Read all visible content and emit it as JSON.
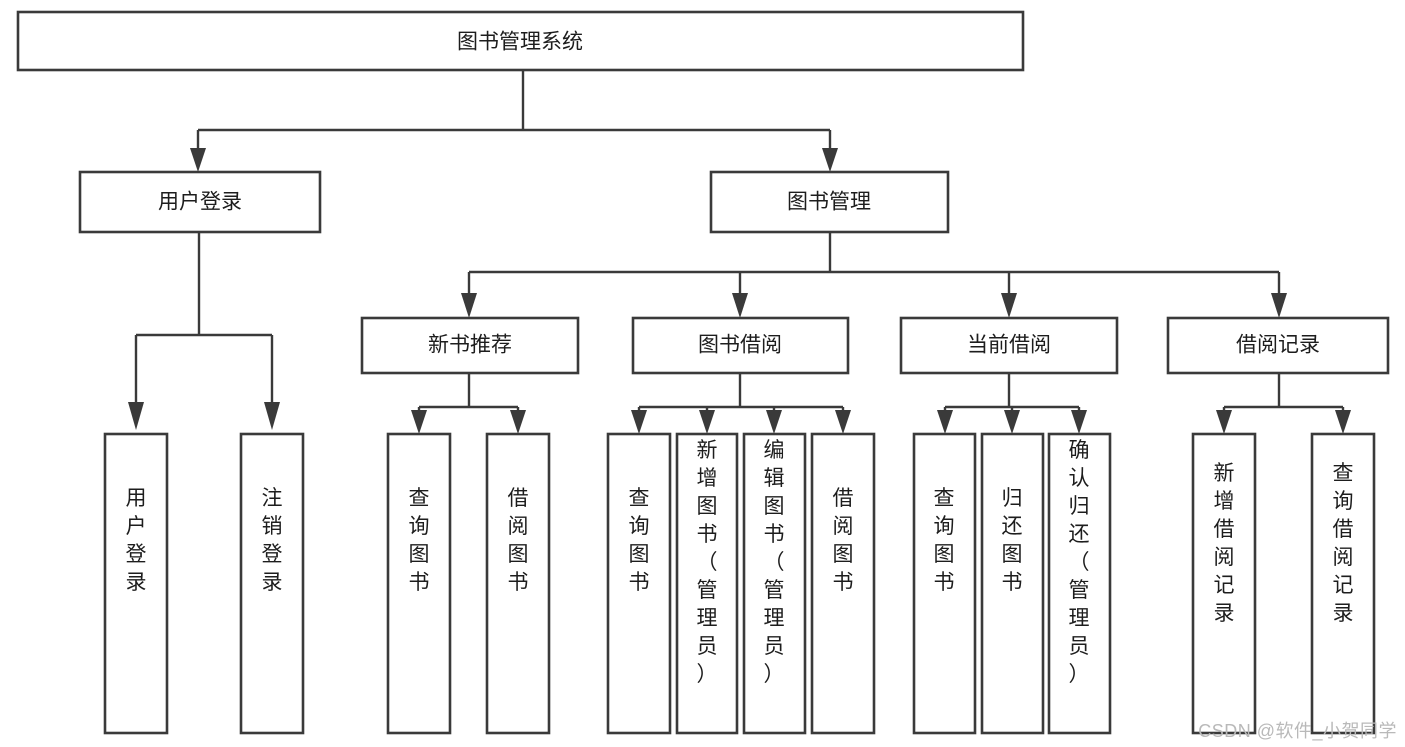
{
  "diagram": {
    "type": "tree-hierarchy",
    "title": "图书管理系统",
    "background_color": "#ffffff",
    "line_color": "#3a3a3a",
    "text_color": "#1d1d1d",
    "levels": {
      "root": {
        "label": "图书管理系统",
        "orientation": "horizontal"
      },
      "level2": [
        {
          "label": "用户登录",
          "orientation": "horizontal"
        },
        {
          "label": "图书管理",
          "orientation": "horizontal"
        }
      ],
      "level3": [
        {
          "label": "新书推荐",
          "orientation": "horizontal"
        },
        {
          "label": "图书借阅",
          "orientation": "horizontal"
        },
        {
          "label": "当前借阅",
          "orientation": "horizontal"
        },
        {
          "label": "借阅记录",
          "orientation": "horizontal"
        }
      ],
      "leaves": {
        "user_login": [
          {
            "label": "用户登录",
            "orientation": "vertical"
          },
          {
            "label": "注销登录",
            "orientation": "vertical"
          }
        ],
        "new_book_recommend": [
          {
            "label": "查询图书",
            "orientation": "vertical"
          },
          {
            "label": "借阅图书",
            "orientation": "vertical"
          }
        ],
        "book_borrow": [
          {
            "label": "查询图书",
            "orientation": "vertical"
          },
          {
            "label": "新增图书（管理员）",
            "orientation": "vertical"
          },
          {
            "label": "编辑图书（管理员）",
            "orientation": "vertical"
          },
          {
            "label": "借阅图书",
            "orientation": "vertical"
          }
        ],
        "current_borrow": [
          {
            "label": "查询图书",
            "orientation": "vertical"
          },
          {
            "label": "归还图书",
            "orientation": "vertical"
          },
          {
            "label": "确认归还（管理员）",
            "orientation": "vertical"
          }
        ],
        "borrow_record": [
          {
            "label": "新增借阅记录",
            "orientation": "vertical"
          },
          {
            "label": "查询借阅记录",
            "orientation": "vertical"
          }
        ]
      }
    }
  },
  "watermark": {
    "text": "CSDN @软件_小贺同学"
  }
}
